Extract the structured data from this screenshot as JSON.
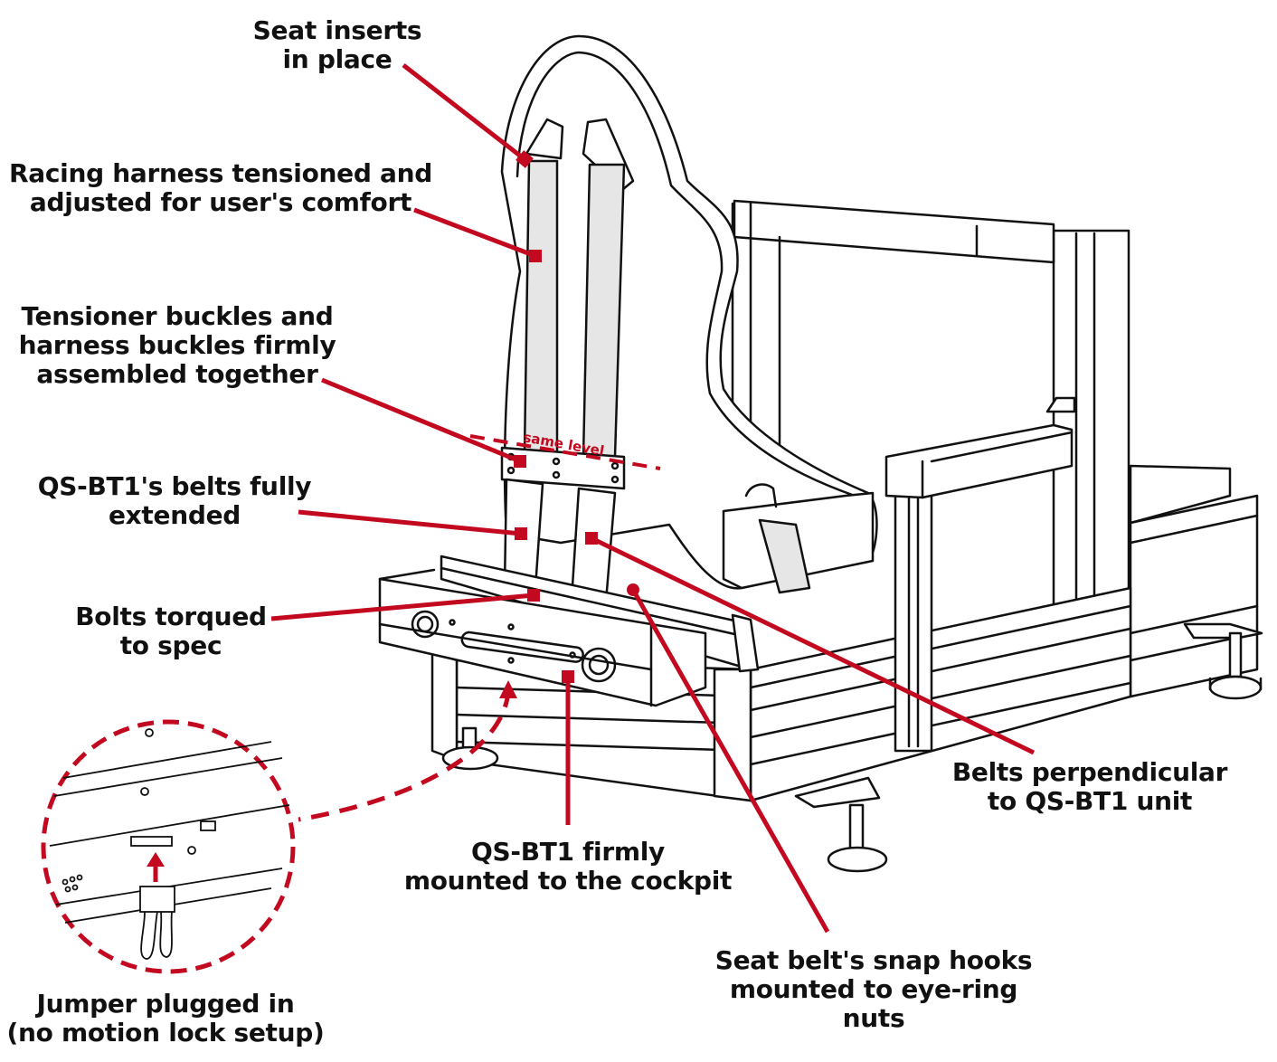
{
  "accent_color": "#c2091f",
  "line_color": "#111111",
  "strap_color": "#e6e6e6",
  "callouts": {
    "seat_inserts": "Seat inserts\nin place",
    "harness": "Racing harness tensioned and\nadjusted for user's comfort",
    "tensioner": "Tensioner buckles  and\nharness buckles firmly\nassembled together",
    "belts_extended": "QS-BT1's belts fully\nextended",
    "bolts": "Bolts torqued\nto spec",
    "perpendicular": "Belts perpendicular\nto QS-BT1 unit",
    "mounted": "QS-BT1 firmly\nmounted to the cockpit",
    "snap_hooks": "Seat belt's snap hooks\nmounted to eye-ring nuts",
    "jumper": "Jumper plugged in\n(no motion lock setup)"
  },
  "same_level_note": "same level",
  "detail_inset": {
    "subject": "jumper connector on QS-BT1 panel"
  }
}
